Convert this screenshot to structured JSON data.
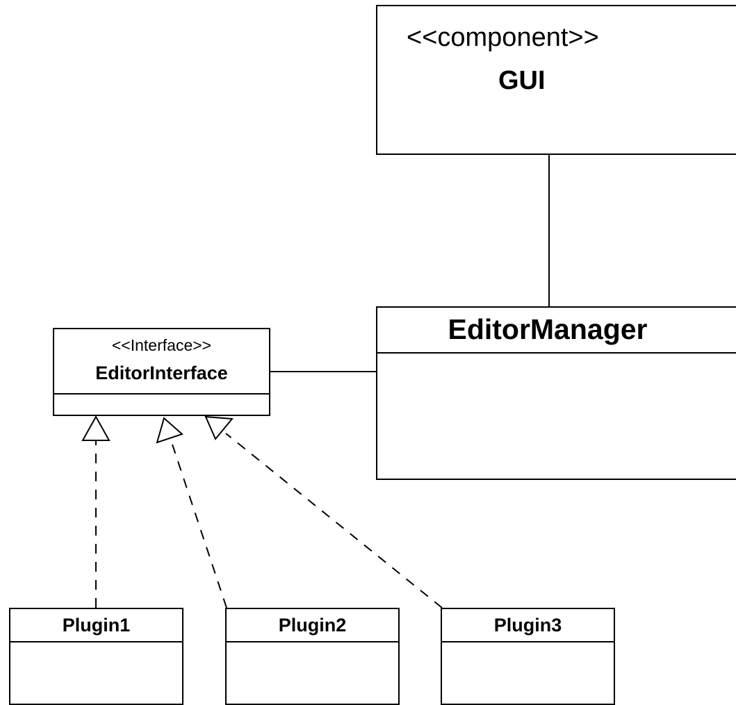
{
  "gui_component": {
    "stereotype": "<<component>>",
    "name": "GUI"
  },
  "editor_manager": {
    "name": "EditorManager"
  },
  "editor_interface": {
    "stereotype": "<<Interface>>",
    "name": "EditorInterface"
  },
  "plugins": [
    {
      "name": "Plugin1"
    },
    {
      "name": "Plugin2"
    },
    {
      "name": "Plugin3"
    }
  ],
  "colors": {
    "line": "#000000",
    "background": "#ffffff"
  }
}
